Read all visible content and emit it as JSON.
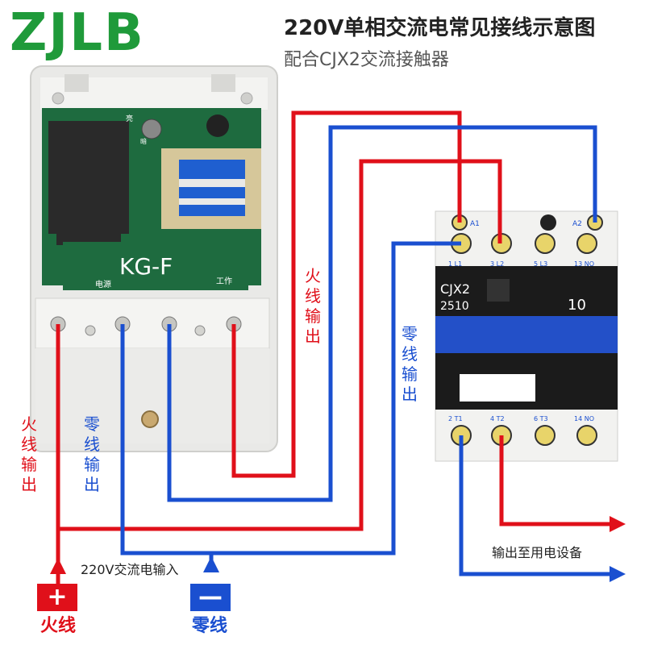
{
  "brand": "ZJLB",
  "title": "220V单相交流电常见接线示意图",
  "subtitle": "配合CJX2交流接触器",
  "controller": {
    "model_label": "KG-F",
    "power_label": "电源",
    "work_label": "工作",
    "pcb_label_top": "亮",
    "pcb_label_small": "暗"
  },
  "contactor": {
    "model": "CJX2",
    "number": "2510",
    "contact_code": "10",
    "top_terminals": [
      "A1",
      "A2"
    ],
    "terminal_labels_top": [
      "1 L1",
      "3 L2",
      "5 L3",
      "13 NO"
    ],
    "terminal_labels_bottom": [
      "2 T1",
      "4 T2",
      "6 T3",
      "14 NO"
    ]
  },
  "labels": {
    "live_output_right": [
      "火",
      "线",
      "输",
      "出"
    ],
    "neutral_output_right": [
      "零",
      "线",
      "输",
      "出"
    ],
    "live_output_left": [
      "火",
      "线",
      "输",
      "出"
    ],
    "neutral_output_left": [
      "零",
      "线",
      "输",
      "出"
    ],
    "ac_input": "220V交流电输入",
    "output_devices": "输出至用电设备",
    "live": "火线",
    "neutral": "零线",
    "plus": "+",
    "minus": "—"
  },
  "colors": {
    "live": "#e0101a",
    "neutral": "#1a4fd0",
    "brand": "#1f9a3a"
  }
}
